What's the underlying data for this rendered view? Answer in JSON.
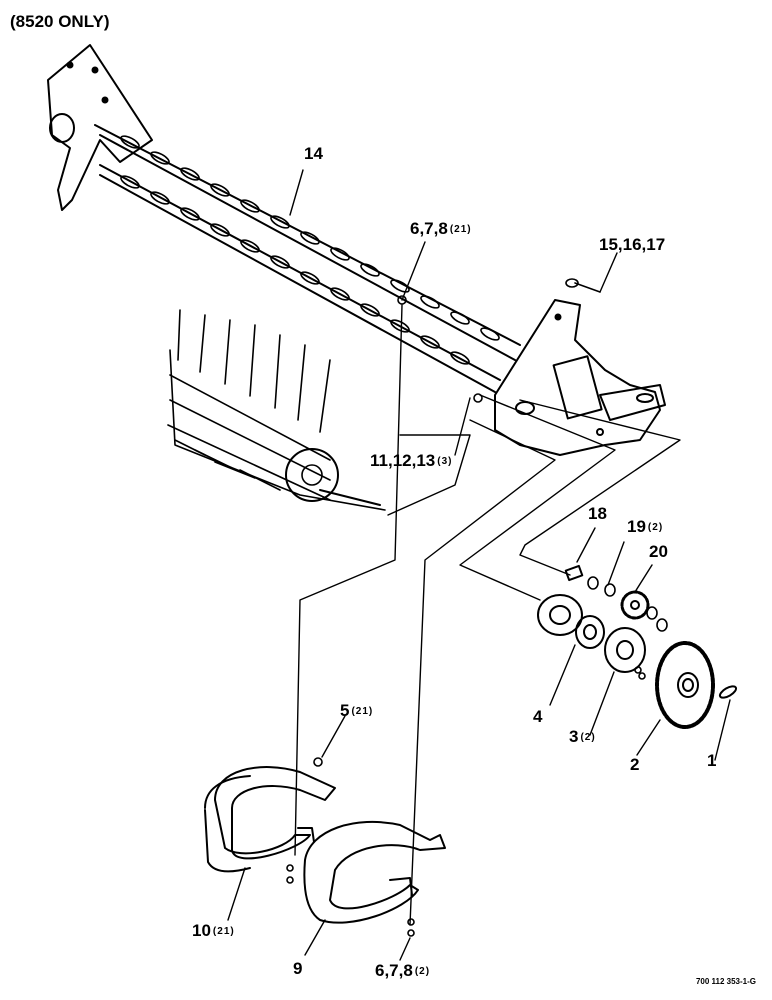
{
  "header": "(8520 ONLY)",
  "reference_number": "700 112 353-1-G",
  "callouts": [
    {
      "id": "c14",
      "num": "14",
      "qty": ""
    },
    {
      "id": "c678a",
      "num": "6,7,8",
      "qty": "(21)"
    },
    {
      "id": "c151617",
      "num": "15,16,17",
      "qty": ""
    },
    {
      "id": "c111213",
      "num": "11,12,13",
      "qty": "(3)"
    },
    {
      "id": "c18",
      "num": "18",
      "qty": ""
    },
    {
      "id": "c19",
      "num": "19",
      "qty": "(2)"
    },
    {
      "id": "c20",
      "num": "20",
      "qty": ""
    },
    {
      "id": "c4",
      "num": "4",
      "qty": ""
    },
    {
      "id": "c3",
      "num": "3",
      "qty": "(2)"
    },
    {
      "id": "c2",
      "num": "2",
      "qty": ""
    },
    {
      "id": "c1",
      "num": "1",
      "qty": ""
    },
    {
      "id": "c5",
      "num": "5",
      "qty": "(21)"
    },
    {
      "id": "c10",
      "num": "10",
      "qty": "(21)"
    },
    {
      "id": "c9",
      "num": "9",
      "qty": ""
    },
    {
      "id": "c678b",
      "num": "6,7,8",
      "qty": "(2)"
    }
  ]
}
